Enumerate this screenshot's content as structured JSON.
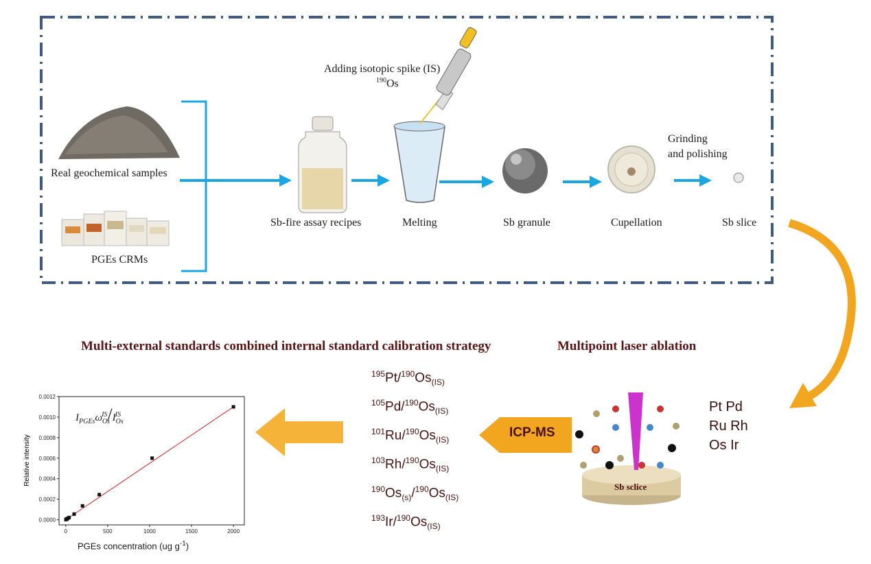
{
  "workflow": {
    "spike_label": "Adding isotopic spike (IS)",
    "spike_isotope_mass": "190",
    "spike_isotope_symbol": "Os",
    "sample1": "Real geochemical samples",
    "sample2": "PGEs CRMs",
    "steps": [
      "Sb-fire assay recipes",
      "Melting",
      "Sb granule",
      "Cupellation",
      "Sb slice"
    ],
    "grinding_line1": "Grinding",
    "grinding_line2": "and polishing"
  },
  "calibration": {
    "heading": "Multi-external standards combined internal standard calibration strategy"
  },
  "ablation": {
    "heading": "Multipoint laser ablation",
    "disc_label": "Sb sclice",
    "elements": [
      "Pt Pd",
      "Ru Rh",
      "Os Ir"
    ]
  },
  "icpms": {
    "label": "ICP-MS"
  },
  "ratios": [
    {
      "m1": "195",
      "e1": "Pt",
      "s1": "",
      "m2": "190",
      "e2": "Os",
      "s2": "(IS)"
    },
    {
      "m1": "105",
      "e1": "Pd",
      "s1": "",
      "m2": "190",
      "e2": "Os",
      "s2": "(IS)"
    },
    {
      "m1": "101",
      "e1": "Ru",
      "s1": "",
      "m2": "190",
      "e2": "Os",
      "s2": "(IS)"
    },
    {
      "m1": "103",
      "e1": "Rh",
      "s1": "",
      "m2": "190",
      "e2": "Os",
      "s2": "(IS)"
    },
    {
      "m1": "190",
      "e1": "Os",
      "s1": "(s)",
      "m2": "190",
      "e2": "Os",
      "s2": "(IS)"
    },
    {
      "m1": "193",
      "e1": "Ir",
      "s1": "",
      "m2": "190",
      "e2": "Os",
      "s2": "(IS)"
    }
  ],
  "chart_data": {
    "type": "scatter",
    "xlabel": "PGEs concentration (ug g",
    "xlabel_exp": "-1",
    "xlabel_close": ")",
    "ylabel": "Relative intensity",
    "xlim": [
      -80,
      2130
    ],
    "ylim": [
      -5e-05,
      0.0012
    ],
    "x_ticks": [
      0,
      500,
      1000,
      1500,
      2000
    ],
    "y_ticks": [
      "0.0000",
      "0.0002",
      "0.0004",
      "0.0006",
      "0.0008",
      "0.0010",
      "0.0012"
    ],
    "x": [
      2,
      8,
      15,
      25,
      40,
      100,
      200,
      400,
      1030,
      2000
    ],
    "y": [
      1.5e-06,
      5e-06,
      9e-06,
      1.4e-05,
      2.2e-05,
      5.5e-05,
      0.000135,
      0.000245,
      0.0006,
      0.0011
    ],
    "fit_line": {
      "x": [
        0,
        2000
      ],
      "y": [
        0.0,
        0.0011
      ],
      "color": "#e02020"
    },
    "formula": {
      "I": "I",
      "I_sub": "PGEs",
      "w": "ω",
      "w_sub": "Os",
      "w_sup": "IS",
      "den_I": "I",
      "den_sub": "Os",
      "den_sup": "IS"
    }
  },
  "colors": {
    "border": "#3e5a80",
    "arrow_blue": "#1aa6e0",
    "orange": "#f2a51e",
    "heading": "#5a1414",
    "laser": "#cc33cc"
  }
}
